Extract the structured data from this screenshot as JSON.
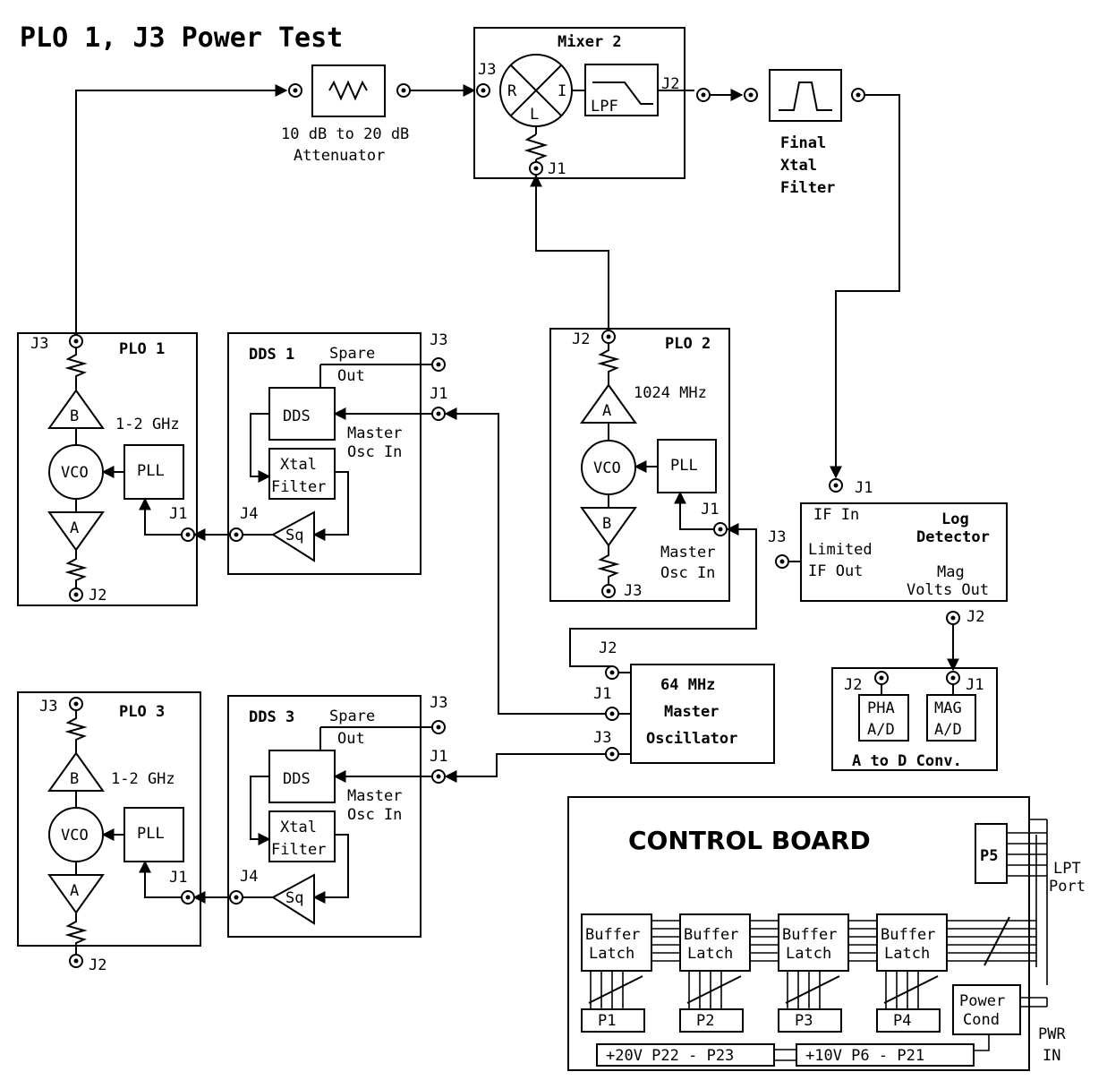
{
  "title": "PLO 1, J3 Power Test",
  "attenuator": {
    "line1": "10 dB to 20 dB",
    "line2": "Attenuator"
  },
  "mixer": {
    "title": "Mixer 2",
    "r": "R",
    "i": "I",
    "l": "L",
    "lpf": "LPF",
    "j3": "J3",
    "j2": "J2",
    "j1": "J1"
  },
  "final_filter": {
    "line1": "Final",
    "line2": "Xtal",
    "line3": "Filter"
  },
  "plo1": {
    "title": "PLO 1",
    "j3": "J3",
    "j2": "J2",
    "j1": "J1",
    "freq": "1-2 GHz",
    "amp_b": "B",
    "amp_a": "A",
    "vco": "VCO",
    "pll": "PLL"
  },
  "dds1": {
    "title": "DDS 1",
    "spare1": "Spare",
    "spare2": "Out",
    "j3": "J3",
    "j1": "J1",
    "dds": "DDS",
    "master1": "Master",
    "master2": "Osc In",
    "xtal1": "Xtal",
    "xtal2": "Filter",
    "j4": "J4",
    "sq": "Sq"
  },
  "plo2": {
    "title": "PLO 2",
    "j2": "J2",
    "j3": "J3",
    "j1": "J1",
    "freq": "1024 MHz",
    "amp_a": "A",
    "amp_b": "B",
    "vco": "VCO",
    "pll": "PLL",
    "master1": "Master",
    "master2": "Osc In"
  },
  "log_detector": {
    "title1": "Log",
    "title2": "Detector",
    "j1": "J1",
    "j3": "J3",
    "j2": "J2",
    "ifin": "IF In",
    "lim1": "Limited",
    "lim2": "IF Out",
    "mag1": "Mag",
    "mag2": "Volts Out"
  },
  "adc": {
    "j2": "J2",
    "j1": "J1",
    "pha1": "PHA",
    "pha2": "A/D",
    "mag1": "MAG",
    "mag2": "A/D",
    "title": "A to D Conv."
  },
  "master_osc": {
    "line1": "64 MHz",
    "line2": "Master",
    "line3": "Oscillator",
    "j2": "J2",
    "j1": "J1",
    "j3": "J3"
  },
  "plo3": {
    "title": "PLO 3",
    "j3": "J3",
    "j2": "J2",
    "j1": "J1",
    "freq": "1-2 GHz",
    "amp_b": "B",
    "amp_a": "A",
    "vco": "VCO",
    "pll": "PLL"
  },
  "dds3": {
    "title": "DDS 3",
    "spare1": "Spare",
    "spare2": "Out",
    "j3": "J3",
    "j1": "J1",
    "dds": "DDS",
    "master1": "Master",
    "master2": "Osc In",
    "xtal1": "Xtal",
    "xtal2": "Filter",
    "j4": "J4",
    "sq": "Sq"
  },
  "control": {
    "title": "CONTROL BOARD",
    "p5": "P5",
    "lpt1": "LPT",
    "lpt2": "Port",
    "buf1": "Buffer",
    "buf2": "Latch",
    "p1": "P1",
    "p2": "P2",
    "p3": "P3",
    "p4": "P4",
    "pc1": "Power",
    "pc2": "Cond",
    "pwr1": "PWR",
    "pwr2": "IN",
    "bus20": "+20V  P22 - P23",
    "bus10": "+10V  P6 - P21"
  }
}
